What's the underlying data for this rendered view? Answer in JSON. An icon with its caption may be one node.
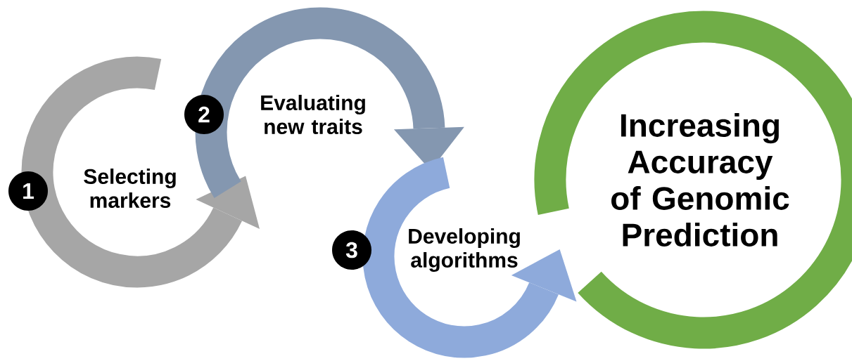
{
  "diagram": {
    "nodes": [
      {
        "text": [
          "1",
          "Selecting markers"
        ]
      },
      {
        "text": [
          "2",
          "Evaluating new traits"
        ]
      },
      {
        "text": [
          "3",
          "Developing algorithms"
        ]
      },
      {
        "text": [
          "Increasing Accuracy of Genomic Prediction"
        ]
      }
    ]
  }
}
